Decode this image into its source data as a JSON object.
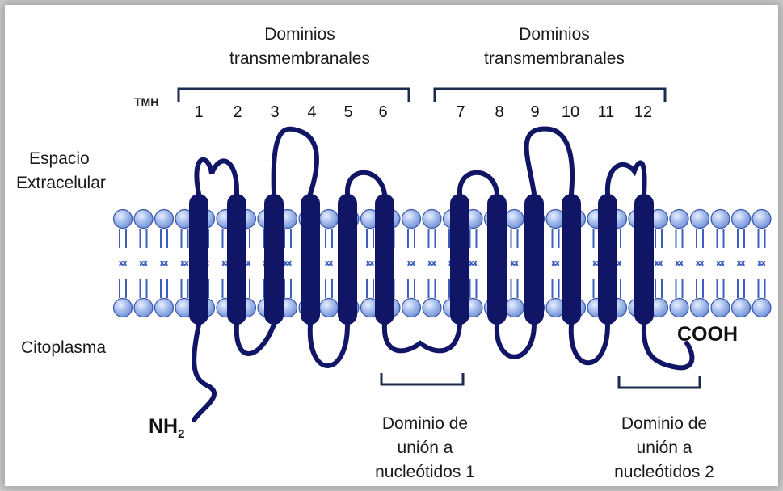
{
  "regions": {
    "extracellular_line1": "Espacio",
    "extracellular_line2": "Extracelular",
    "cytoplasm": "Citoplasma"
  },
  "tmh_tag": "TMH",
  "domain_groups": [
    {
      "line1": "Dominios",
      "line2": "transmembranales"
    },
    {
      "line1": "Dominios",
      "line2": "transmembranales"
    }
  ],
  "helix_numbers": [
    "1",
    "2",
    "3",
    "4",
    "5",
    "6",
    "7",
    "8",
    "9",
    "10",
    "11",
    "12"
  ],
  "n_terminus": {
    "base": "NH",
    "sub": "2"
  },
  "c_terminus": "COOH",
  "nbd": [
    {
      "line1": "Dominio de",
      "line2": "unión a",
      "line3": "nucleótidos 1"
    },
    {
      "line1": "Dominio de",
      "line2": "unión a",
      "line3": "nucleótidos 2"
    }
  ],
  "colors": {
    "protein": "#111566",
    "bead_fill": "#9fb8ea",
    "bead_stroke": "#3a55a8",
    "tail": "#3d5fbf",
    "frame_shadow": "#888888"
  }
}
